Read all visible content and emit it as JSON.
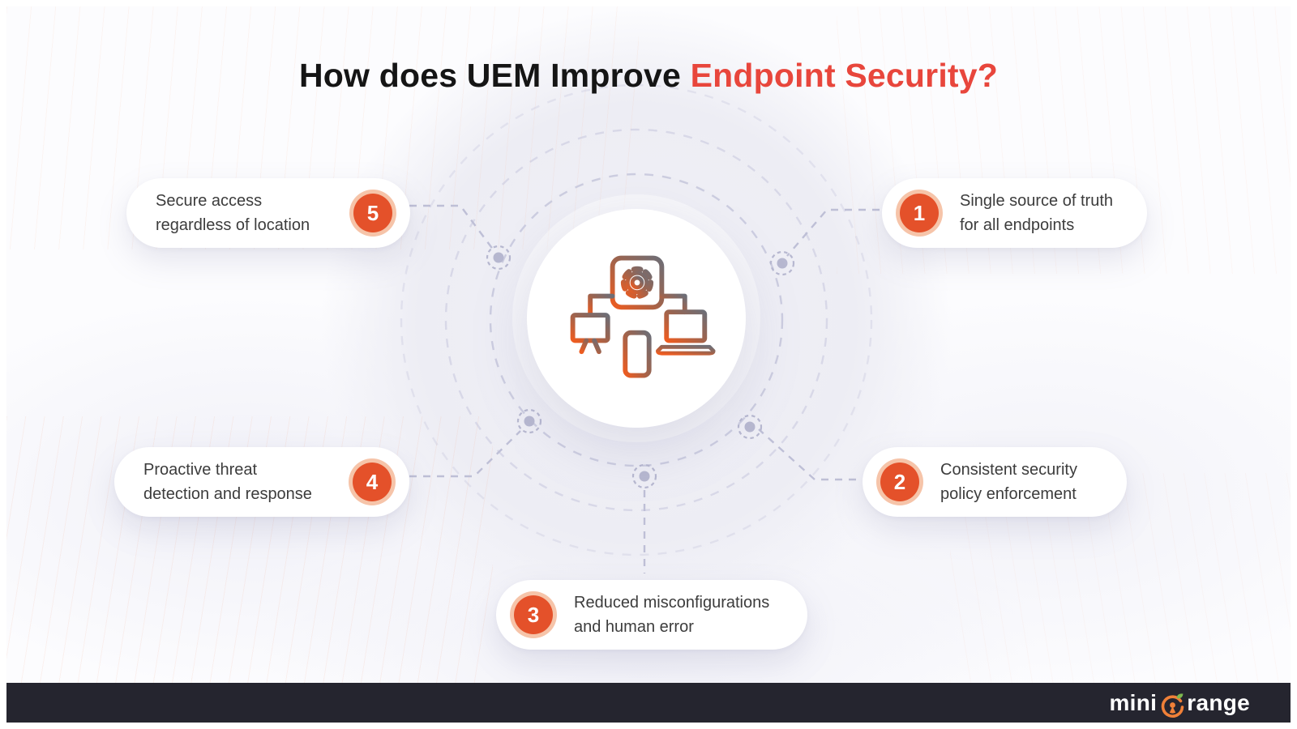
{
  "title": {
    "prefix": "How does UEM Improve ",
    "highlight": "Endpoint Security?"
  },
  "steps": [
    {
      "number": "1",
      "line1": "Single source of truth",
      "line2": "for all endpoints"
    },
    {
      "number": "2",
      "line1": "Consistent security",
      "line2": "policy enforcement"
    },
    {
      "number": "3",
      "line1": "Reduced misconfigurations",
      "line2": "and human error"
    },
    {
      "number": "4",
      "line1": "Proactive threat",
      "line2": "detection and response"
    },
    {
      "number": "5",
      "line1": "Secure access",
      "line2": "regardless of location"
    }
  ],
  "center": {
    "icon": "gear-with-desktop-phone-laptop"
  },
  "footer": {
    "brand_prefix": "mini",
    "brand_suffix": "range"
  },
  "colors": {
    "badge_orange": "#E4512A",
    "badge_ring": "#F6C4A9",
    "title_red": "#E8463C",
    "dashed_lavender": "#BEBFD6",
    "footer_bg": "#25252F",
    "logo_orange": "#F08038",
    "logo_leaf_green": "#7CB84F"
  }
}
